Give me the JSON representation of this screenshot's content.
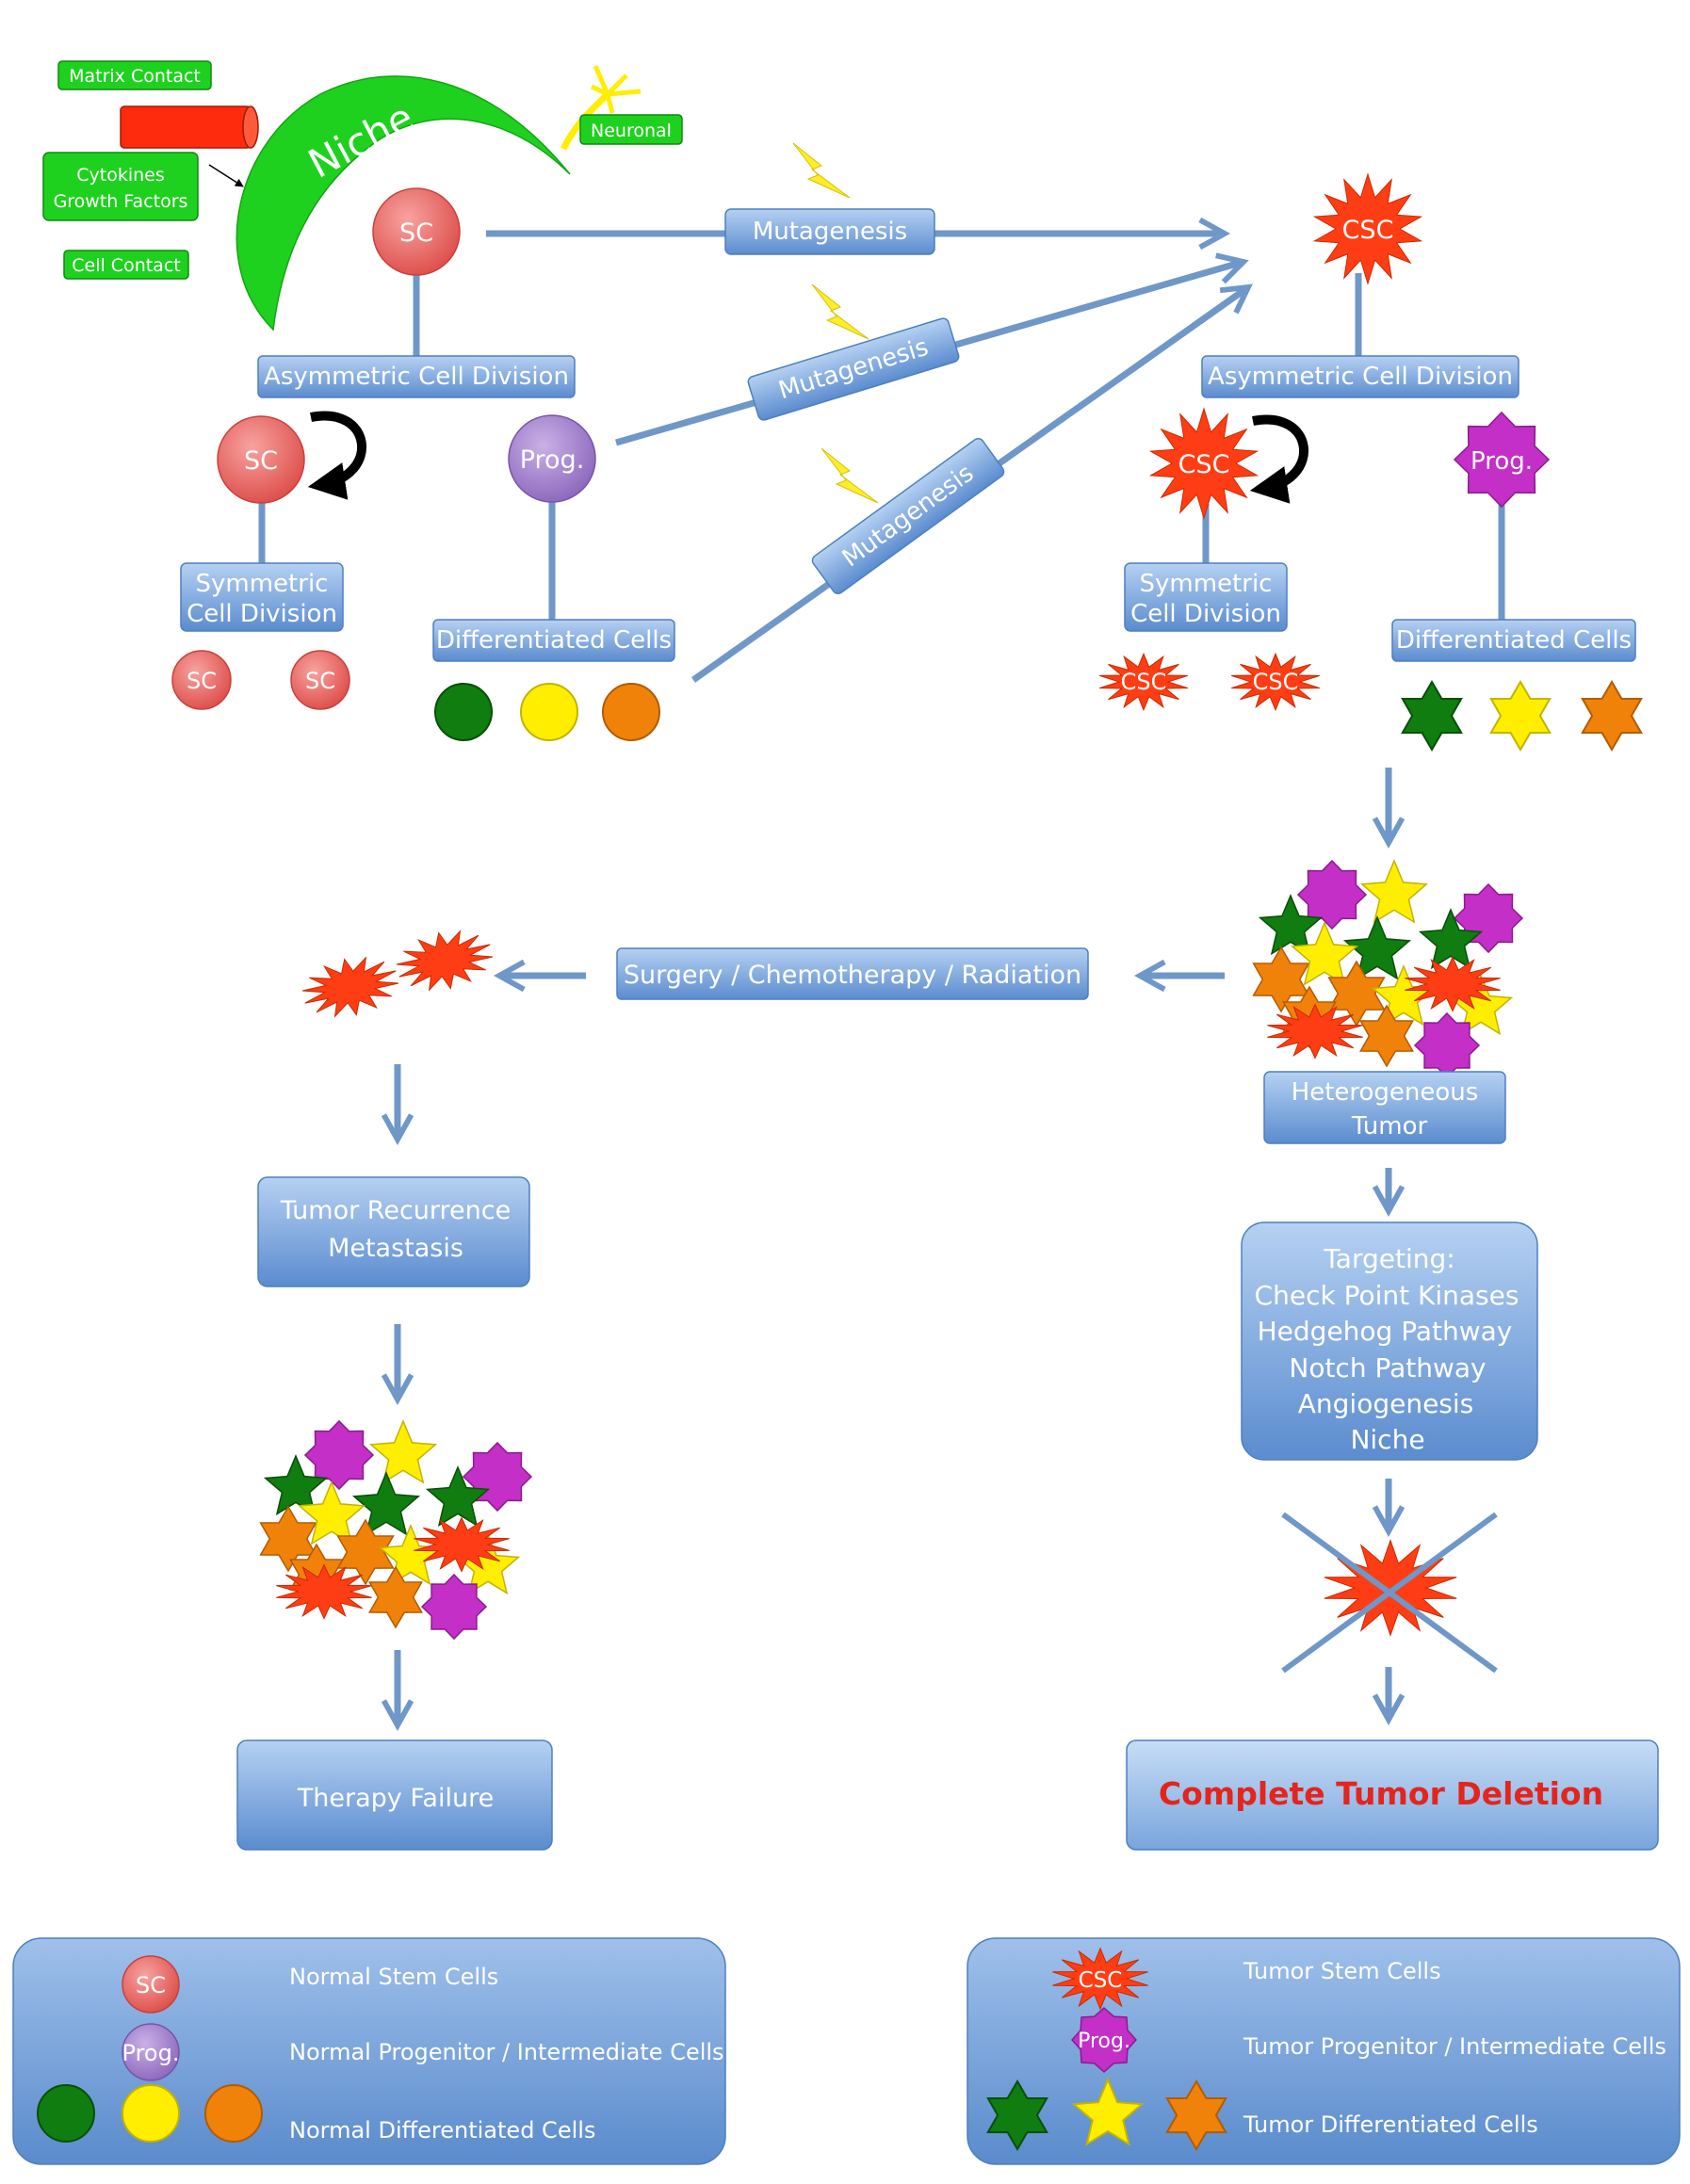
{
  "niche": {
    "title": "Niche",
    "matrix_contact": "Matrix Contact",
    "cytokines_line1": "Cytokines",
    "cytokines_line2": "Growth Factors",
    "cell_contact": "Cell Contact",
    "neuronal": "Neuronal"
  },
  "normal": {
    "sc": "SC",
    "prog": "Prog.",
    "asymmetric": "Asymmetric Cell Division",
    "symmetric_line1": "Symmetric",
    "symmetric_line2": "Cell Division",
    "differentiated": "Differentiated Cells"
  },
  "mutagenesis": {
    "label": "Mutagenesis"
  },
  "tumor": {
    "csc": "CSC",
    "prog": "Prog.",
    "asymmetric": "Asymmetric Cell Division",
    "symmetric_line1": "Symmetric",
    "symmetric_line2": "Cell Division",
    "differentiated": "Differentiated Cells",
    "heterogeneous_line1": "Heterogeneous",
    "heterogeneous_line2": "Tumor"
  },
  "therapy": {
    "surgery": "Surgery  / Chemotherapy / Radiation",
    "recurrence_line1": "Tumor Recurrence",
    "recurrence_line2": "Metastasis",
    "failure": "Therapy Failure"
  },
  "targeting": {
    "lines": [
      "Targeting:",
      "Check Point Kinases",
      "Hedgehog Pathway",
      "Notch Pathway",
      "Angiogenesis",
      "Niche"
    ],
    "complete": "Complete Tumor Deletion"
  },
  "legend_normal": {
    "sc": "SC",
    "prog": "Prog.",
    "stem": "Normal Stem Cells",
    "progenitor": "Normal Progenitor / Intermediate Cells",
    "differentiated": "Normal Differentiated Cells"
  },
  "legend_tumor": {
    "csc": "CSC",
    "prog": "Prog.",
    "stem": "Tumor Stem Cells",
    "progenitor": "Tumor Progenitor / Intermediate Cells",
    "differentiated": "Tumor Differentiated Cells"
  },
  "colors": {
    "arrow": "#6f97c8",
    "box_top": "#a9c9ee",
    "box_bottom": "#5d8fd0",
    "box_text": "#ffffff",
    "niche_green": "#1fd11f",
    "sc_red": "#e9605e",
    "prog_purple": "#a07fc9",
    "csc_red": "#ff3d14",
    "tumor_purple": "#c32fc7",
    "green": "#0f7d0f",
    "yellow": "#ffee00",
    "orange": "#f0820a",
    "bolt": "#ffec2a",
    "complete_red": "#e3251d"
  }
}
